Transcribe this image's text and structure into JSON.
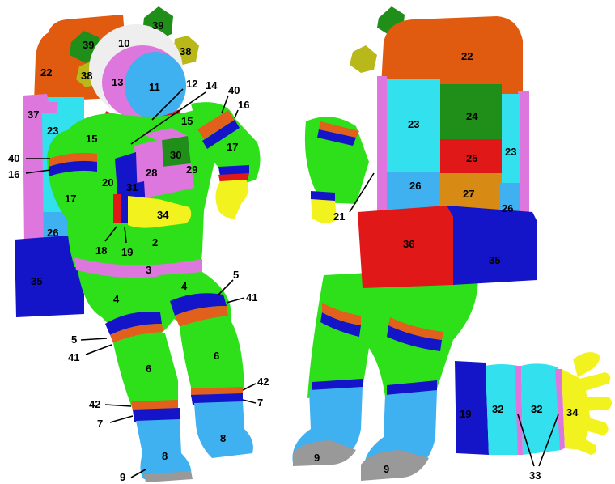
{
  "colors": {
    "green": "#2ee01a",
    "dark_green": "#1f8f1a",
    "blue": "#1414c8",
    "red": "#e01818",
    "orange_band": "#e0601c",
    "pink": "#dd77dd",
    "light_blue": "#3fb0f0",
    "cyan": "#33e0ee",
    "orange": "#e05a10",
    "gold": "#d78a14",
    "yellow": "#f2f21e",
    "olive": "#b8b81a",
    "gray": "#999999",
    "white": "#eeeeee"
  },
  "labels": {
    "front": {
      "l39a": "39",
      "l39b": "39",
      "l10": "10",
      "l38a": "38",
      "l38b": "38",
      "l22": "22",
      "l13": "13",
      "l11": "11",
      "l12": "12",
      "l14": "14",
      "l40a": "40",
      "l16a": "16",
      "l37": "37",
      "l23": "23",
      "l15a": "15",
      "l15b": "15",
      "l17a": "17",
      "l40b": "40",
      "l16b": "16",
      "l30": "30",
      "l28": "28",
      "l29": "29",
      "l20": "20",
      "l31": "31",
      "l17b": "17",
      "l34": "34",
      "l26": "26",
      "l18": "18",
      "l19": "19",
      "l2": "2",
      "l3": "3",
      "l35": "35",
      "l5a": "5",
      "l4a": "4",
      "l4b": "4",
      "l41a": "41",
      "l5b": "5",
      "l41b": "41",
      "l6a": "6",
      "l6b": "6",
      "l42a": "42",
      "l7a": "7",
      "l42b": "42",
      "l7b": "7",
      "l8a": "8",
      "l8b": "8",
      "l9": "9"
    },
    "back": {
      "l22": "22",
      "l23a": "23",
      "l24": "24",
      "l25": "25",
      "l23b": "23",
      "l26a": "26",
      "l27": "27",
      "l26b": "26",
      "l21": "21",
      "l36": "36",
      "l35": "35",
      "l9a": "9",
      "l9b": "9"
    },
    "glove": {
      "l19": "19",
      "l32a": "32",
      "l32b": "32",
      "l34": "34",
      "l33": "33"
    }
  }
}
